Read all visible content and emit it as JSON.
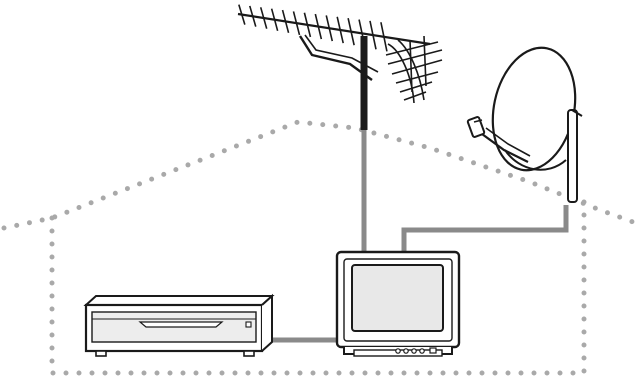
{
  "diagram": {
    "kind": "home antenna installation",
    "components": [
      {
        "id": "roof-outline",
        "label": ""
      },
      {
        "id": "terrestrial-antenna",
        "label": ""
      },
      {
        "id": "satellite-dish",
        "label": ""
      },
      {
        "id": "television",
        "label": ""
      },
      {
        "id": "video-recorder",
        "label": ""
      }
    ],
    "connections": [
      {
        "from": "terrestrial-antenna",
        "to": "television"
      },
      {
        "from": "satellite-dish",
        "to": "television"
      },
      {
        "from": "video-recorder",
        "to": "television"
      }
    ],
    "colors": {
      "outline": "#1a1a1a",
      "cable": "#8a8a8a",
      "house_dots": "#a9a9a9",
      "screen": "#e8e8e8",
      "panel": "#ededed",
      "background": "#ffffff"
    }
  }
}
